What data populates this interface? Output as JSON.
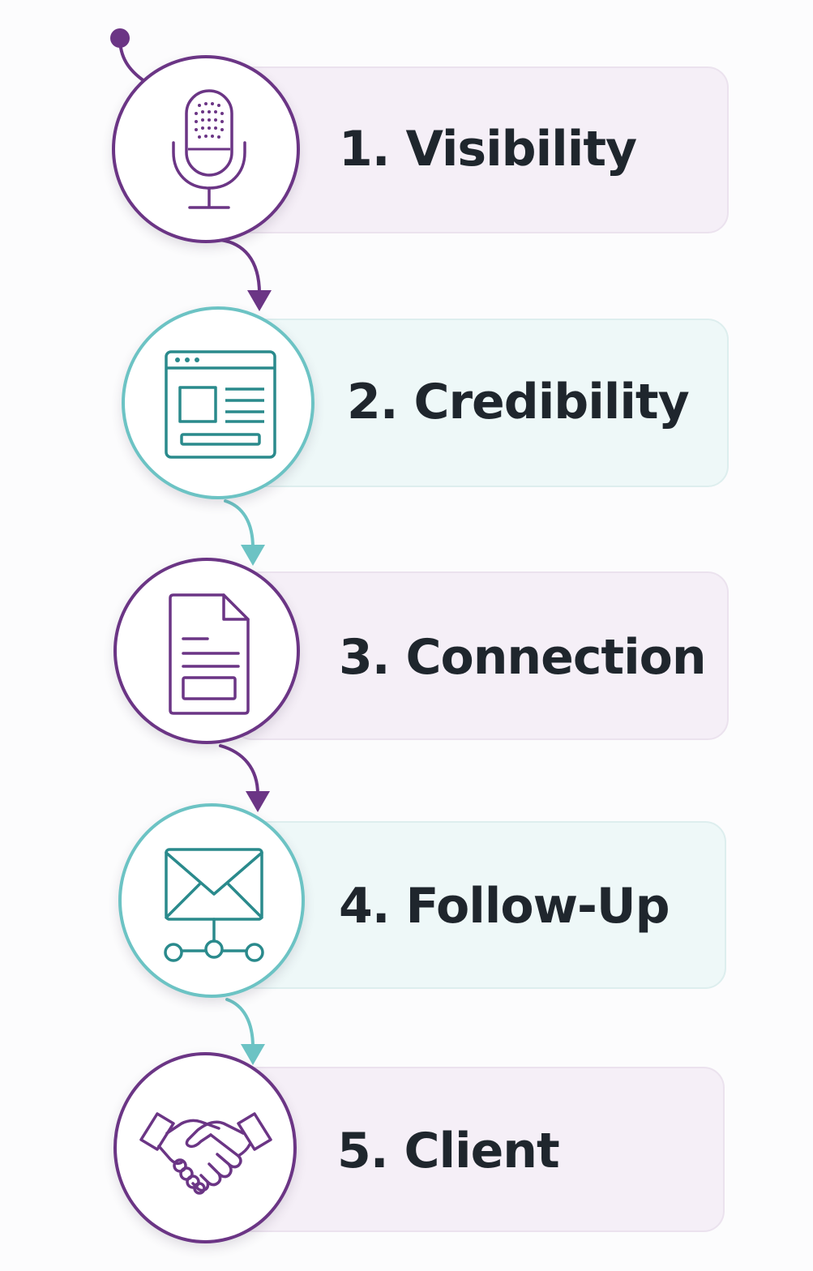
{
  "steps": [
    {
      "number": "1.",
      "title": "Visibility",
      "icon": "microphone-icon",
      "theme": "purple"
    },
    {
      "number": "2.",
      "title": "Credibility",
      "icon": "webpage-icon",
      "theme": "teal"
    },
    {
      "number": "3.",
      "title": "Connection",
      "icon": "document-icon",
      "theme": "purple"
    },
    {
      "number": "4.",
      "title": "Follow-Up",
      "icon": "email-network-icon",
      "theme": "teal"
    },
    {
      "number": "5.",
      "title": "Client",
      "icon": "handshake-icon",
      "theme": "purple"
    }
  ],
  "colors": {
    "purple": "#6b3585",
    "teal": "#3b9a9c",
    "teal_light": "#6cc3c4",
    "purple_card": "#f5eff7",
    "teal_card": "#eef8f8",
    "text": "#1f262d"
  }
}
